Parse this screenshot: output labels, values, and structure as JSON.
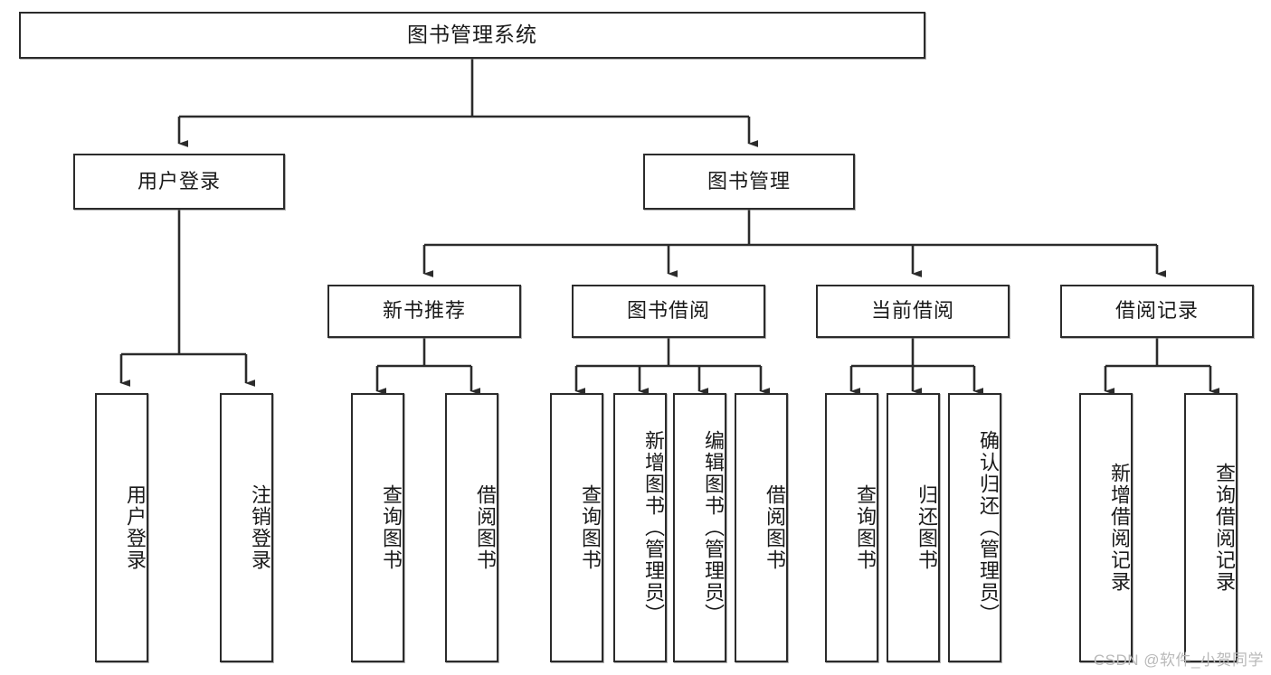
{
  "diagram": {
    "type": "hierarchy-tree",
    "title": "图书管理系统",
    "watermark": "CSDN @软件_小贺同学",
    "colors": {
      "box_border": "#2b2b2b",
      "box_fill": "#ffffff",
      "edge": "#2b2b2b",
      "text": "#1a1a1a",
      "watermark": "#b9b9b9"
    },
    "levels": {
      "level1": [
        {
          "id": "root",
          "label": "图书管理系统"
        }
      ],
      "level2": [
        {
          "id": "user-login",
          "label": "用户登录"
        },
        {
          "id": "book-management",
          "label": "图书管理"
        }
      ],
      "level3": [
        {
          "id": "new-book-recommend",
          "label": "新书推荐",
          "parent": "book-management"
        },
        {
          "id": "book-borrow",
          "label": "图书借阅",
          "parent": "book-management"
        },
        {
          "id": "current-borrow",
          "label": "当前借阅",
          "parent": "book-management"
        },
        {
          "id": "borrow-record",
          "label": "借阅记录",
          "parent": "book-management"
        }
      ],
      "level4": [
        {
          "id": "leaf-user-login",
          "label": "用户登录",
          "parent": "user-login"
        },
        {
          "id": "leaf-user-logout",
          "label": "注销登录",
          "parent": "user-login"
        },
        {
          "id": "leaf-query-book-1",
          "label": "查询图书",
          "parent": "new-book-recommend"
        },
        {
          "id": "leaf-borrow-book-1",
          "label": "借阅图书",
          "parent": "new-book-recommend"
        },
        {
          "id": "leaf-query-book-2",
          "label": "查询图书",
          "parent": "book-borrow"
        },
        {
          "id": "leaf-add-book",
          "label": "新增图书（管理员）",
          "parent": "book-borrow"
        },
        {
          "id": "leaf-edit-book",
          "label": "编辑图书（管理员）",
          "parent": "book-borrow"
        },
        {
          "id": "leaf-borrow-book-2",
          "label": "借阅图书",
          "parent": "book-borrow"
        },
        {
          "id": "leaf-query-book-3",
          "label": "查询图书",
          "parent": "current-borrow"
        },
        {
          "id": "leaf-return-book",
          "label": "归还图书",
          "parent": "current-borrow"
        },
        {
          "id": "leaf-confirm-return",
          "label": "确认归还（管理员）",
          "parent": "current-borrow"
        },
        {
          "id": "leaf-add-record",
          "label": "新增借阅记录",
          "parent": "borrow-record"
        },
        {
          "id": "leaf-query-record",
          "label": "查询借阅记录",
          "parent": "borrow-record"
        }
      ]
    }
  }
}
